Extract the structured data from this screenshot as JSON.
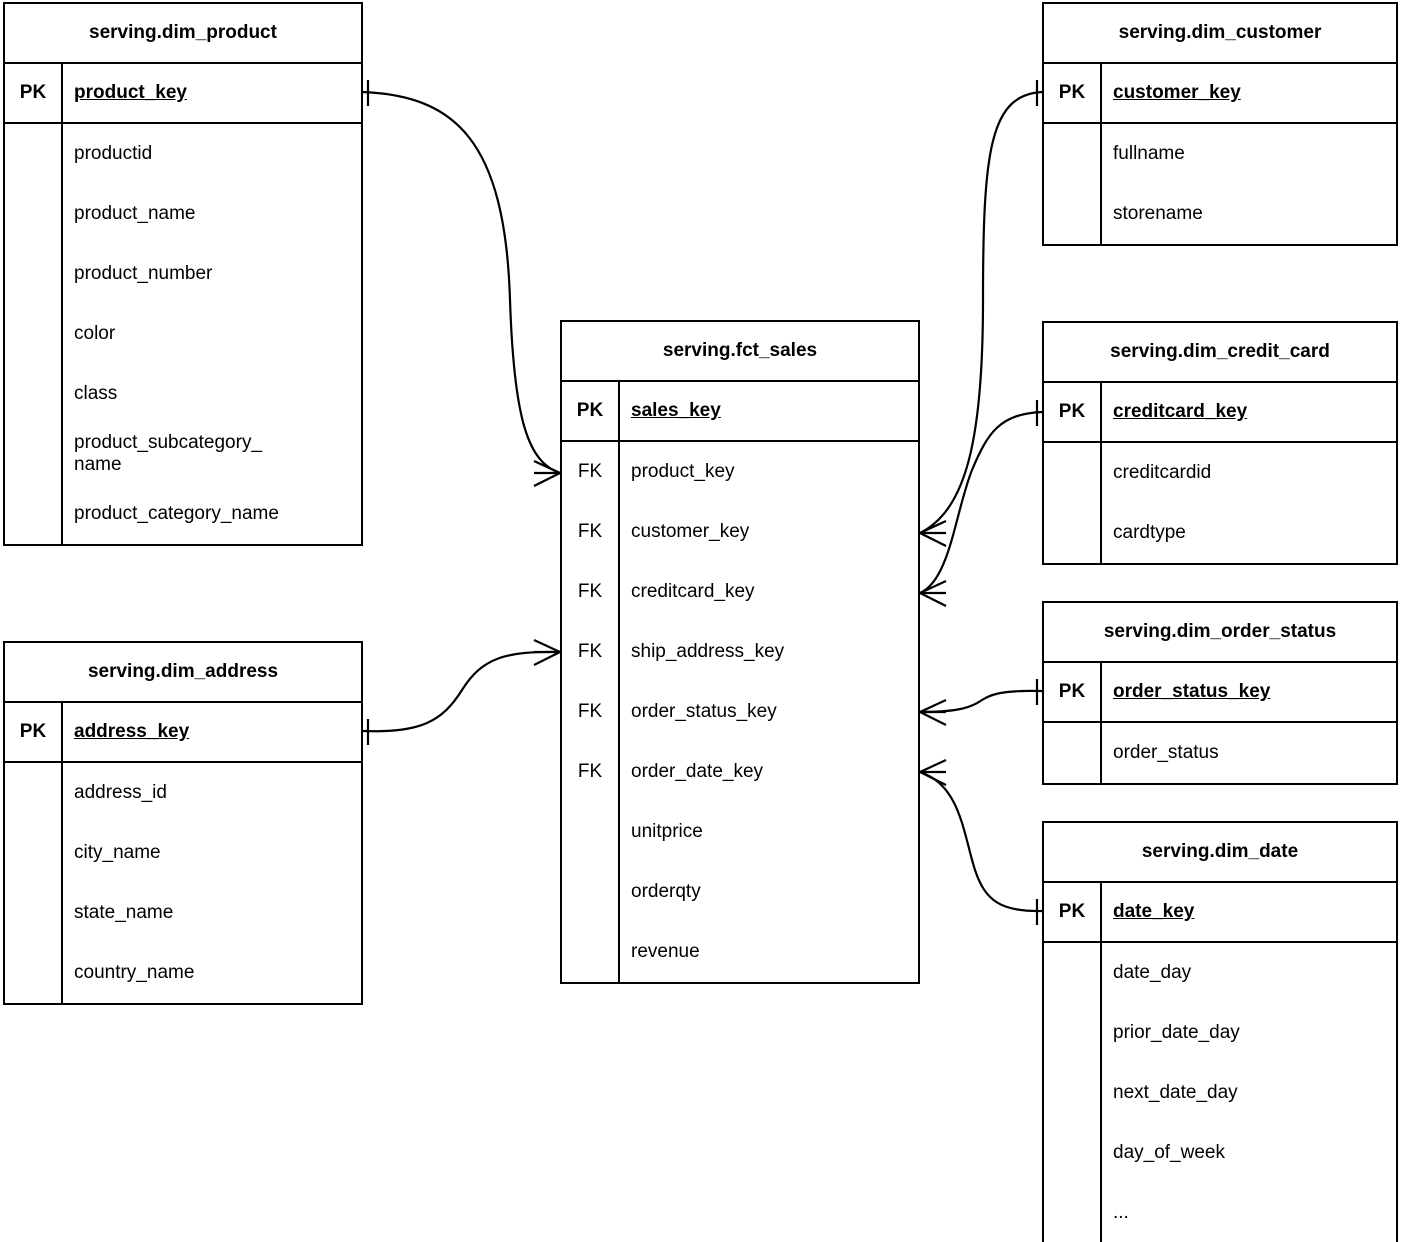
{
  "diagram": {
    "type": "entity-relationship-diagram",
    "notation": "crow's-foot",
    "background": "#ffffff",
    "line_color": "#000000"
  },
  "entities": {
    "dim_product": {
      "title": "serving.dim_product",
      "pk_label": "PK",
      "pk_field": "product_key",
      "attributes": [
        "productid",
        "product_name",
        "product_number",
        "color",
        "class",
        "product_subcategory_\nname",
        "product_category_name"
      ]
    },
    "dim_address": {
      "title": "serving.dim_address",
      "pk_label": "PK",
      "pk_field": "address_key",
      "attributes": [
        "address_id",
        "city_name",
        "state_name",
        "country_name"
      ]
    },
    "fct_sales": {
      "title": "serving.fct_sales",
      "pk_label": "PK",
      "pk_field": "sales_key",
      "fk_label": "FK",
      "foreign_keys": [
        "product_key",
        "customer_key",
        "creditcard_key",
        "ship_address_key",
        "order_status_key",
        "order_date_key"
      ],
      "measures": [
        "unitprice",
        "orderqty",
        "revenue"
      ]
    },
    "dim_customer": {
      "title": "serving.dim_customer",
      "pk_label": "PK",
      "pk_field": "customer_key",
      "attributes": [
        "fullname",
        "storename"
      ]
    },
    "dim_credit_card": {
      "title": "serving.dim_credit_card",
      "pk_label": "PK",
      "pk_field": "creditcard_key",
      "attributes": [
        "creditcardid",
        "cardtype"
      ]
    },
    "dim_order_status": {
      "title": "serving.dim_order_status",
      "pk_label": "PK",
      "pk_field": "order_status_key",
      "attributes": [
        "order_status"
      ]
    },
    "dim_date": {
      "title": "serving.dim_date",
      "pk_label": "PK",
      "pk_field": "date_key",
      "attributes": [
        "date_day",
        "prior_date_day",
        "next_date_day",
        "day_of_week",
        "..."
      ]
    }
  },
  "relationships": [
    {
      "from": "dim_product.product_key",
      "to": "fct_sales.product_key",
      "cardinality": "one-to-many"
    },
    {
      "from": "dim_address.address_key",
      "to": "fct_sales.ship_address_key",
      "cardinality": "one-to-many"
    },
    {
      "from": "dim_customer.customer_key",
      "to": "fct_sales.customer_key",
      "cardinality": "one-to-many"
    },
    {
      "from": "dim_credit_card.creditcard_key",
      "to": "fct_sales.creditcard_key",
      "cardinality": "one-to-many"
    },
    {
      "from": "dim_order_status.order_status_key",
      "to": "fct_sales.order_status_key",
      "cardinality": "one-to-many"
    },
    {
      "from": "dim_date.date_key",
      "to": "fct_sales.order_date_key",
      "cardinality": "one-to-many"
    }
  ]
}
